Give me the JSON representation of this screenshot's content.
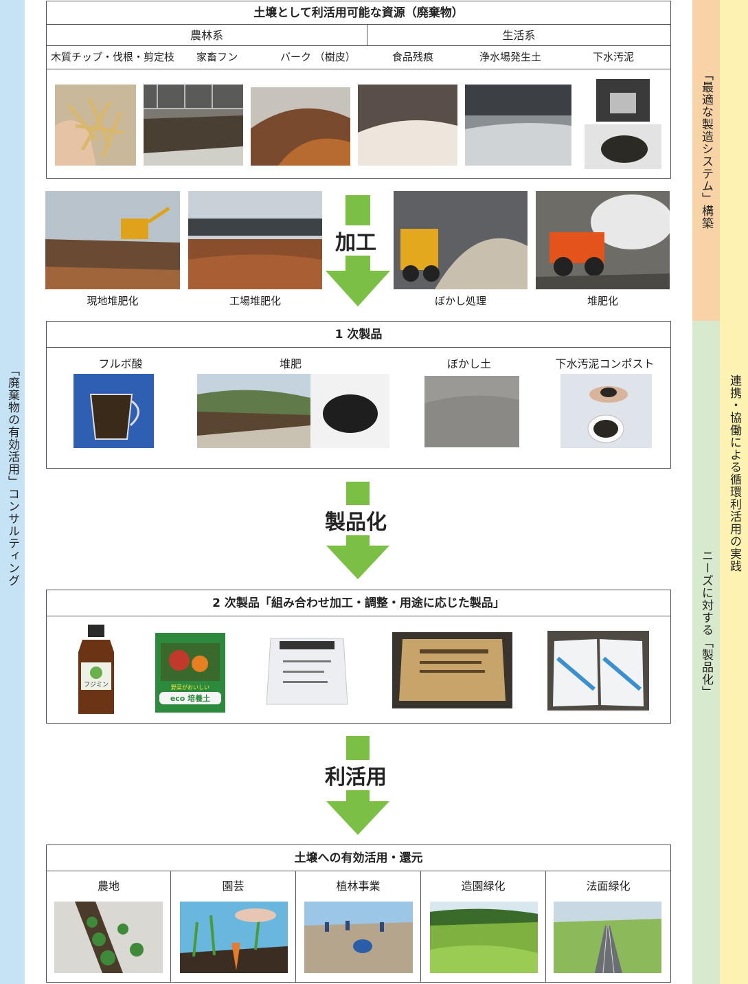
{
  "side": {
    "left_vertical": "「廃棄物の有効活用」コンサルティング",
    "right_top_vertical": "「最適な製造システム」構築",
    "right_bottom_vertical": "ニーズに対する「製品化」",
    "right_far_vertical": "連携・協働による循環利活用の実践"
  },
  "resources": {
    "title": "土壌として利活用可能な資源（廃棄物）",
    "group_agri": "農林系",
    "group_life": "生活系",
    "items": [
      "木質チップ・伐根・剪定枝",
      "家畜フン",
      "バーク （樹皮）",
      "食品残痕",
      "浄水場発生土",
      "下水汚泥"
    ]
  },
  "processing": {
    "arrow_label": "加工",
    "captions": [
      "現地堆肥化",
      "工場堆肥化",
      "ぼかし処理",
      "堆肥化"
    ]
  },
  "primary": {
    "title": "1 次製品",
    "items": [
      "フルボ酸",
      "堆肥",
      "ぼかし土",
      "下水汚泥コンポスト"
    ]
  },
  "productization": {
    "arrow_label": "製品化"
  },
  "secondary": {
    "title": "2 次製品「組み合わせ加工・調整・用途に応じた製品」",
    "bottle_label": "フジミン",
    "bag_label": "eco 培養土",
    "bag_sub": "野菜がおいしい"
  },
  "utilization": {
    "arrow_label": "利活用"
  },
  "soil": {
    "title": "土壌への有効活用・還元",
    "uses": [
      "農地",
      "園芸",
      "植林事業",
      "造園緑化",
      "法面緑化"
    ]
  },
  "colors": {
    "arrow": "#7cbf45",
    "band_left": "#c6e3f5",
    "band_orange": "#f8d3a8",
    "band_green": "#d8eacd",
    "band_yellow": "#fdf2b1"
  }
}
